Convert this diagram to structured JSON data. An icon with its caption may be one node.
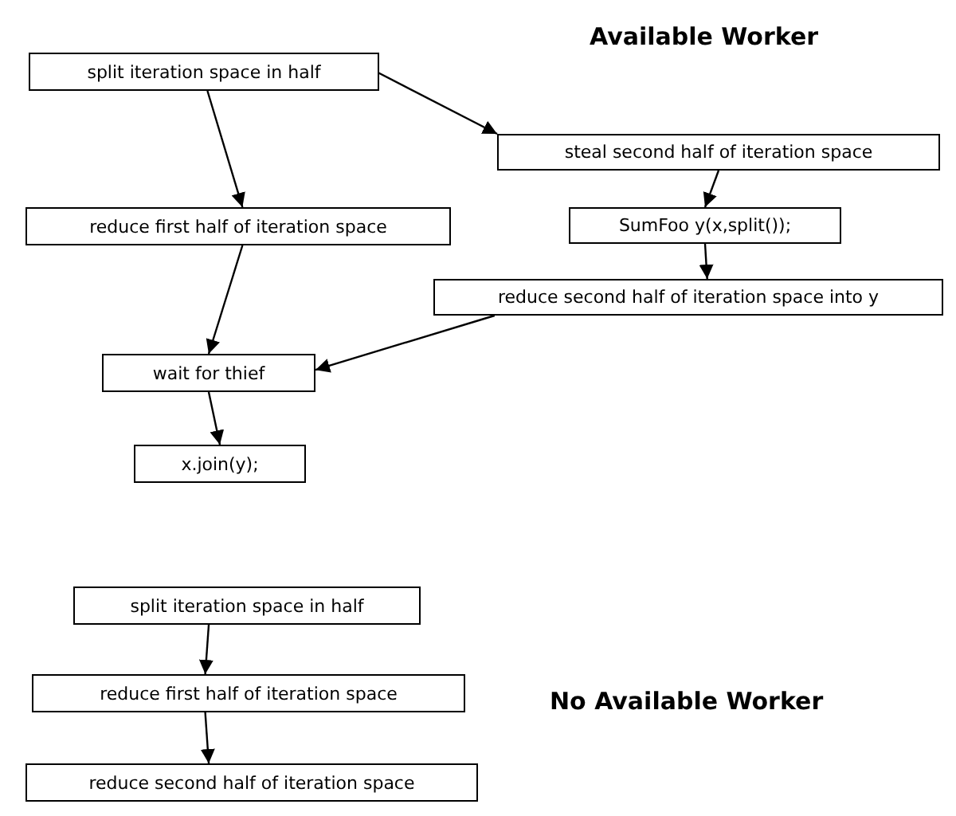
{
  "diagram": {
    "nodes": [
      {
        "text": [
          "split iteration space in half"
        ]
      },
      {
        "text": [
          "steal second half of iteration space"
        ]
      },
      {
        "text": [
          "reduce first half of iteration space"
        ]
      },
      {
        "text": [
          "SumFoo y(x,split());"
        ]
      },
      {
        "text": [
          "reduce second half of iteration space into y"
        ]
      },
      {
        "text": [
          "wait for thief"
        ]
      },
      {
        "text": [
          "x.join(y);"
        ]
      },
      {
        "text": [
          "split iteration space in half"
        ]
      },
      {
        "text": [
          "reduce first half of iteration space"
        ]
      },
      {
        "text": [
          "reduce second half of iteration space"
        ]
      }
    ],
    "edges": [
      {
        "from": 0,
        "to": 1,
        "arrow": "to"
      },
      {
        "from": 0,
        "to": 2,
        "arrow": "to"
      },
      {
        "from": 1,
        "to": 3,
        "arrow": "to"
      },
      {
        "from": 3,
        "to": 4,
        "arrow": "to"
      },
      {
        "from": 2,
        "to": 5,
        "arrow": "to"
      },
      {
        "from": 4,
        "to": 5,
        "arrow": "to"
      },
      {
        "from": 5,
        "to": 6,
        "arrow": "to"
      },
      {
        "from": 7,
        "to": 8,
        "arrow": "to"
      },
      {
        "from": 8,
        "to": 9,
        "arrow": "to"
      }
    ],
    "labels": [
      "Available Worker",
      "No Available Worker"
    ]
  }
}
